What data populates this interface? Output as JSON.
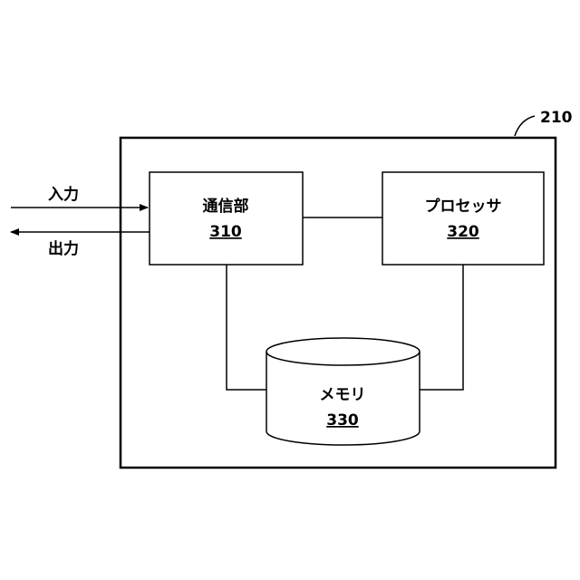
{
  "device": {
    "ref_number": "210"
  },
  "comm_unit": {
    "label": "通信部",
    "number": "310"
  },
  "processor": {
    "label": "プロセッサ",
    "number": "320"
  },
  "memory": {
    "label": "メモリ",
    "number": "330"
  },
  "io": {
    "input_label": "入力",
    "output_label": "出力"
  }
}
